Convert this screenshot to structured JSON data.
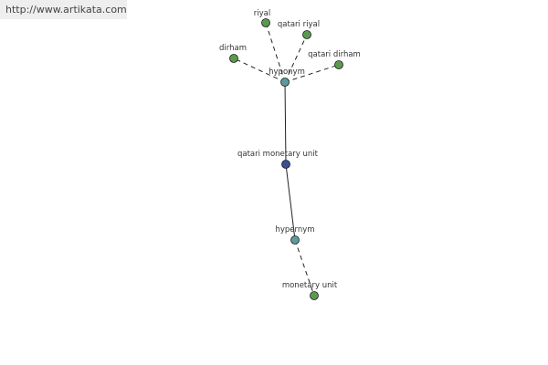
{
  "watermark": {
    "text": "http://www.artikata.com"
  },
  "colors": {
    "leaf": "#5a9a4e",
    "relation": "#5c9aa0",
    "center": "#3a4f96",
    "edge": "#222222"
  },
  "nodes": [
    {
      "id": "riyal",
      "label": "riyal",
      "kind": "leaf"
    },
    {
      "id": "qatari-riyal",
      "label": "qatari riyal",
      "kind": "leaf"
    },
    {
      "id": "dirham",
      "label": "dirham",
      "kind": "leaf"
    },
    {
      "id": "qatari-dirham",
      "label": "qatari dirham",
      "kind": "leaf"
    },
    {
      "id": "hyponym",
      "label": "hyponym",
      "kind": "relation"
    },
    {
      "id": "center",
      "label": "qatari monetary unit",
      "kind": "center"
    },
    {
      "id": "hypernym",
      "label": "hypernym",
      "kind": "relation"
    },
    {
      "id": "monetary-unit",
      "label": "monetary unit",
      "kind": "leaf"
    }
  ],
  "edges": [
    {
      "from": "hyponym",
      "to": "riyal",
      "style": "dashed"
    },
    {
      "from": "hyponym",
      "to": "qatari-riyal",
      "style": "dashed"
    },
    {
      "from": "hyponym",
      "to": "dirham",
      "style": "dashed"
    },
    {
      "from": "hyponym",
      "to": "qatari-dirham",
      "style": "dashed"
    },
    {
      "from": "center",
      "to": "hyponym",
      "style": "solid"
    },
    {
      "from": "center",
      "to": "hypernym",
      "style": "solid"
    },
    {
      "from": "hypernym",
      "to": "monetary-unit",
      "style": "dashed"
    }
  ]
}
